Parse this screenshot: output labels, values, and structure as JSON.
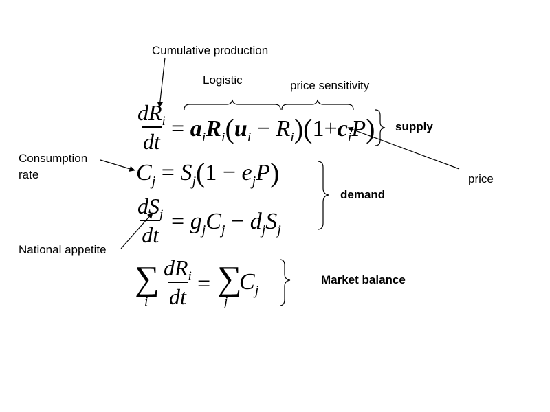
{
  "labels": {
    "cumulative_production": "Cumulative production",
    "logistic": "Logistic",
    "price_sensitivity": "price sensitivity",
    "consumption_rate_line1": "Consumption",
    "consumption_rate_line2": "rate",
    "price": "price",
    "national_appetite": "National appetite",
    "supply": "supply",
    "demand": "demand",
    "market_balance": "Market balance"
  },
  "equations": {
    "eq1": {
      "lhs_num": "dR",
      "lhs_num_sub": "i",
      "lhs_den": "dt",
      "equals": "=",
      "a": "a",
      "a_sub": "i",
      "R1": "R",
      "R1_sub": "i",
      "lparen1": "(",
      "u": "u",
      "u_sub": "i",
      "minus": "−",
      "R2": "R",
      "R2_sub": "i",
      "rparen1": ")",
      "lparen2": "(",
      "one": "1",
      "plus": "+",
      "c": "c",
      "c_sub": "i",
      "P": "P",
      "rparen2": ")"
    },
    "eq2": {
      "C": "C",
      "C_sub": "j",
      "equals": "=",
      "S": "S",
      "S_sub": "j",
      "lparen": "(",
      "one": "1",
      "minus": "−",
      "e": "e",
      "e_sub": "j",
      "P": "P",
      "rparen": ")"
    },
    "eq3": {
      "lhs_num": "dS",
      "lhs_num_sub": "j",
      "lhs_den": "dt",
      "equals": "=",
      "g": "g",
      "g_sub": "j",
      "C": "C",
      "C_sub": "j",
      "minus": "−",
      "d": "d",
      "d_sub": "j",
      "S": "S",
      "S_sub": "j"
    },
    "eq4": {
      "sum1": "∑",
      "sum1_idx": "i",
      "frac_num": "dR",
      "frac_num_sub": "i",
      "frac_den": "dt",
      "equals": "=",
      "sum2": "∑",
      "sum2_idx": "j",
      "C": "C",
      "C_sub": "j"
    }
  }
}
